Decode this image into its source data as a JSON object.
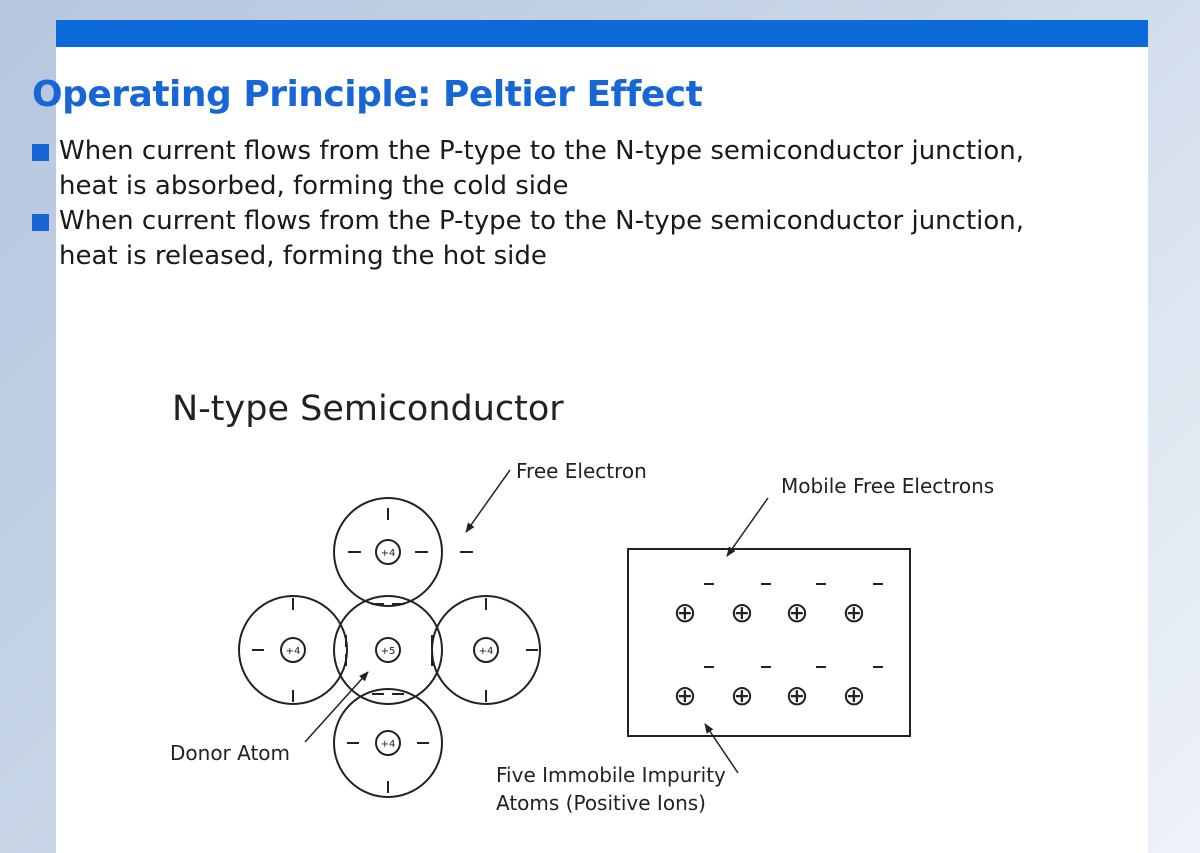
{
  "slide": {
    "title": "Operating Principle: Peltier Effect",
    "accent_color": "#1766d6",
    "bar_color": "#0d6bd9",
    "bullets": [
      {
        "icon": "square-bullet-icon",
        "text": "When current flows from the P-type to the N-type semiconductor junction, heat is absorbed, forming the cold side"
      },
      {
        "icon": "square-bullet-icon",
        "text": "When current flows from the P-type to the N-type semiconductor junction, heat is released, forming the hot side"
      }
    ]
  },
  "diagram": {
    "title": "N-type Semiconductor",
    "labels": {
      "free_electron": "Free Electron",
      "mobile_free_electrons": "Mobile Free Electrons",
      "donor_atom": "Donor Atom",
      "impurity_line1": "Five Immobile Impurity",
      "impurity_line2": "Atoms (Positive Ions)"
    },
    "atoms": {
      "center": "+5",
      "neighbor": "+4"
    },
    "electron_symbol": "−",
    "ion_symbol": "⊕"
  }
}
